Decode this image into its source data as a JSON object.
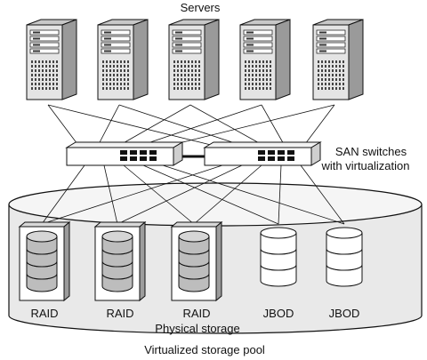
{
  "labels": {
    "servers": "Servers",
    "switches_line1": "SAN switches",
    "switches_line2": "with virtualization",
    "physical_storage": "Physical storage",
    "pool": "Virtualized storage pool"
  },
  "servers": [
    {
      "id": "server-1"
    },
    {
      "id": "server-2"
    },
    {
      "id": "server-3"
    },
    {
      "id": "server-4"
    },
    {
      "id": "server-5"
    }
  ],
  "switches": [
    {
      "id": "switch-left"
    },
    {
      "id": "switch-right"
    }
  ],
  "storage": [
    {
      "kind": "raid",
      "label": "RAID"
    },
    {
      "kind": "raid",
      "label": "RAID"
    },
    {
      "kind": "raid",
      "label": "RAID"
    },
    {
      "kind": "jbod",
      "label": "JBOD"
    },
    {
      "kind": "jbod",
      "label": "JBOD"
    }
  ],
  "colors": {
    "line": "#111111",
    "server_front": "#e4e4e4",
    "server_side": "#9a9a9a",
    "server_top": "#c8c8c8",
    "pool_fill": "#e9e9e9",
    "pool_top": "#f5f5f5",
    "raid_disk": "#bdbdbd",
    "jbod_disk": "#ffffff"
  }
}
